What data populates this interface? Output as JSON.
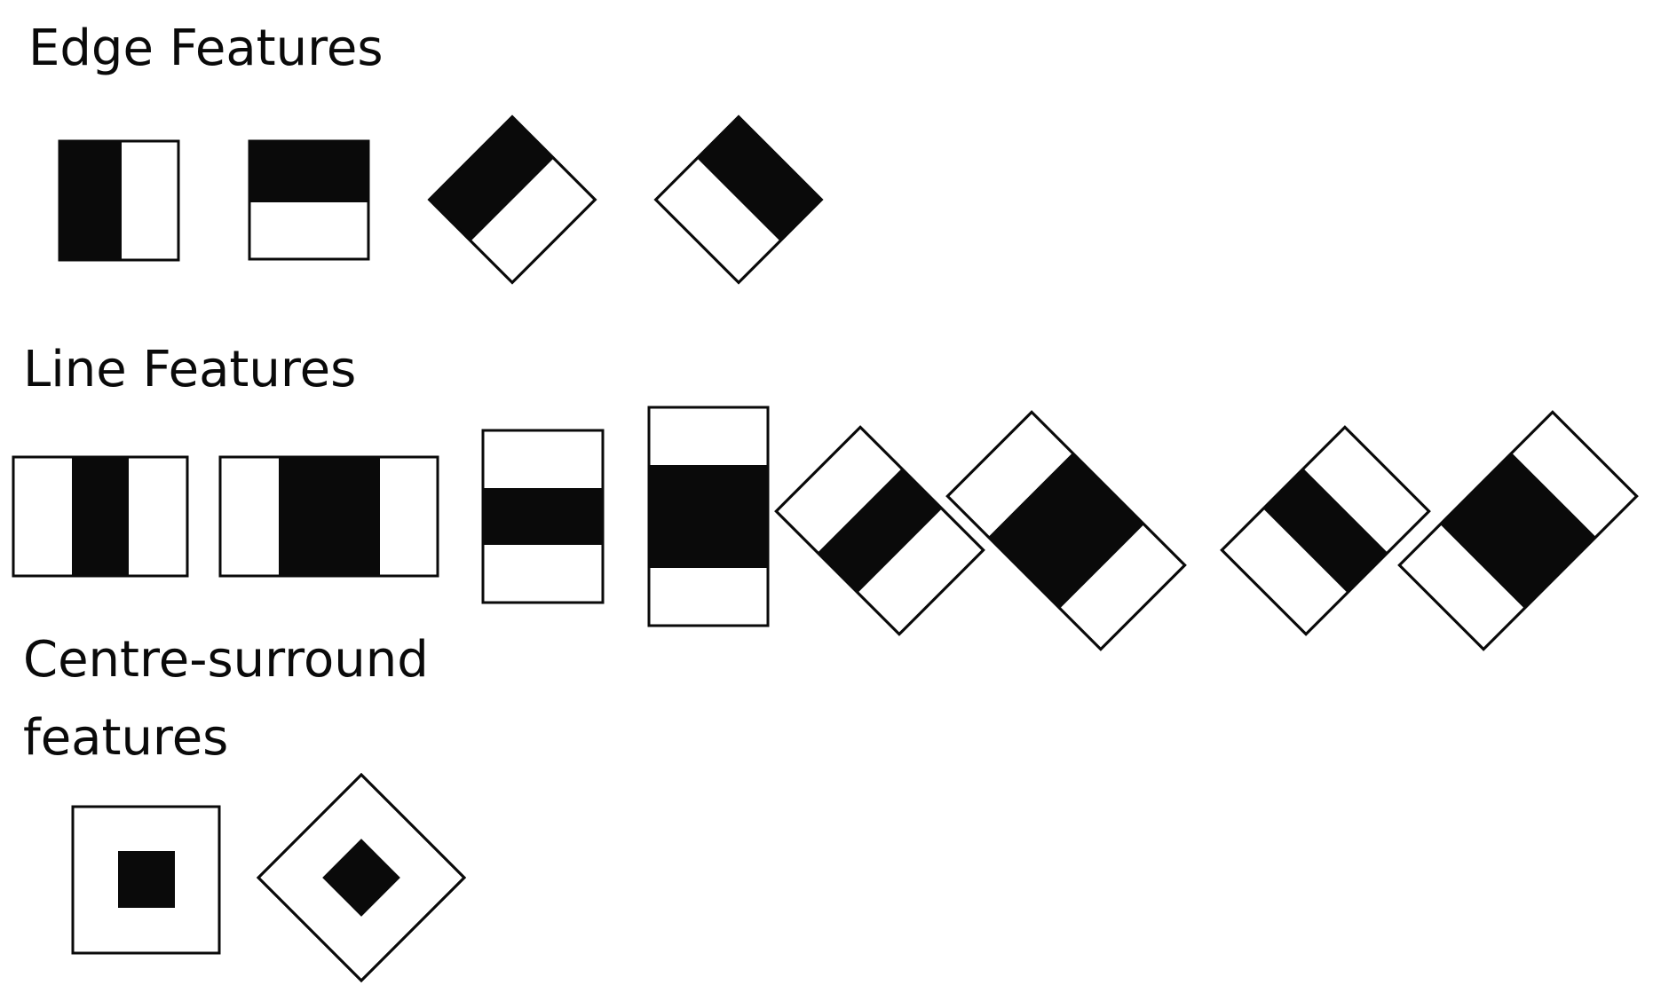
{
  "sections": {
    "edge": {
      "title": "Edge Features",
      "feature_names": [
        "edge-vertical-icon",
        "edge-horizontal-icon",
        "edge-diagonal-right-icon",
        "edge-diagonal-left-icon"
      ]
    },
    "line": {
      "title": "Line Features",
      "feature_names": [
        "line-vertical-narrow-icon",
        "line-vertical-wide-icon",
        "line-horizontal-narrow-icon",
        "line-horizontal-wide-icon",
        "line-diagonal-right-narrow-icon",
        "line-diagonal-right-wide-icon",
        "line-diagonal-left-narrow-icon",
        "line-diagonal-left-wide-icon"
      ]
    },
    "centre": {
      "title_line1": "Centre-surround",
      "title_line2": "features",
      "feature_names": [
        "centre-surround-square-icon",
        "centre-surround-diamond-icon"
      ]
    }
  },
  "colors": {
    "dark": "#0a0a0a",
    "light": "#ffffff"
  }
}
